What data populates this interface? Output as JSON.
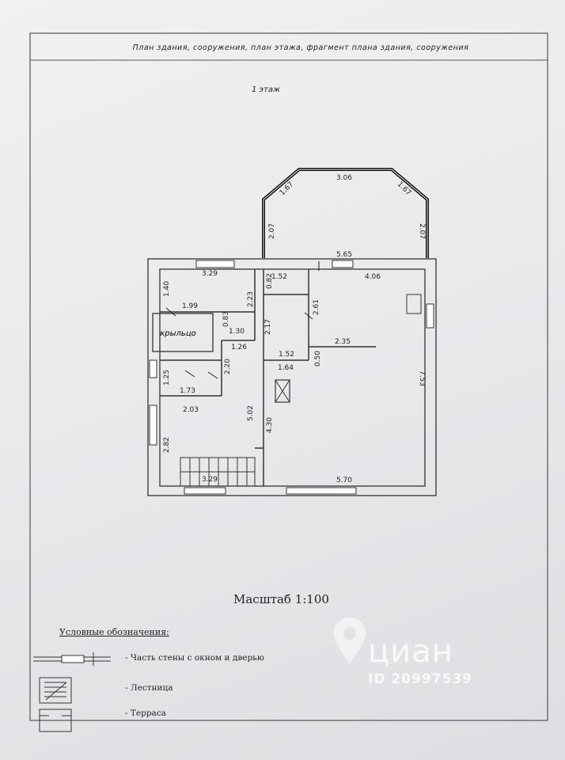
{
  "header": {
    "title": "План здания, сооружения, план этажа, фрагмент плана здания, сооружения",
    "floor": "1 этаж"
  },
  "plan": {
    "room_label": "крыльцо",
    "dimensions": [
      "3.06",
      "1.67",
      "1.67",
      "2.07",
      "2.07",
      "5.65",
      "3.29",
      "1.52",
      "4.06",
      "1.40",
      "0.82",
      "2.23",
      "2.61",
      "1.99",
      "0.83",
      "2.17",
      "1.30",
      "1.26",
      "2.35",
      "1.52",
      "0.50",
      "1.64",
      "2.20",
      "1.25",
      "1.73",
      "7.53",
      "2.03",
      "5.02",
      "4.30",
      "2.82",
      "3.29",
      "5.70"
    ]
  },
  "scale": "Масштаб 1:100",
  "legend": {
    "title": "Условные обозначения:",
    "items": [
      {
        "label": "- Часть стены с окном и дверью"
      },
      {
        "label": "- Лестница"
      },
      {
        "label": "- Терраса"
      }
    ]
  },
  "watermark": {
    "brand": "циан",
    "id": "ID 20997539"
  }
}
